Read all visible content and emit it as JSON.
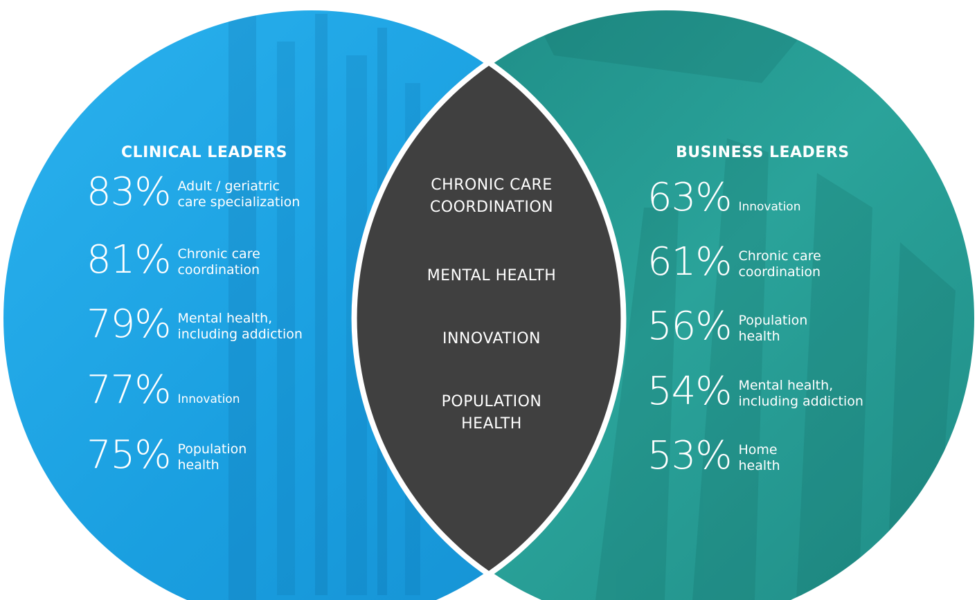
{
  "colors": {
    "clinical": "#1aa3e3",
    "business": "#2a9d94",
    "overlap": "#404040",
    "text": "#ffffff"
  },
  "clinical": {
    "title": "CLINICAL LEADERS",
    "items": [
      {
        "pct": "83%",
        "label": "Adult / geriatric\ncare specialization"
      },
      {
        "pct": "81%",
        "label": "Chronic care\ncoordination"
      },
      {
        "pct": "79%",
        "label": "Mental health,\nincluding addiction"
      },
      {
        "pct": "77%",
        "label": "Innovation"
      },
      {
        "pct": "75%",
        "label": "Population\nhealth"
      }
    ]
  },
  "business": {
    "title": "BUSINESS LEADERS",
    "items": [
      {
        "pct": "63%",
        "label": "Innovation"
      },
      {
        "pct": "61%",
        "label": "Chronic care\ncoordination"
      },
      {
        "pct": "56%",
        "label": "Population\nhealth"
      },
      {
        "pct": "54%",
        "label": "Mental health,\nincluding addiction"
      },
      {
        "pct": "53%",
        "label": "Home\nhealth"
      }
    ]
  },
  "overlap": {
    "items": [
      "CHRONIC CARE\nCOORDINATION",
      "MENTAL HEALTH",
      "INNOVATION",
      "POPULATION\nHEALTH"
    ]
  }
}
